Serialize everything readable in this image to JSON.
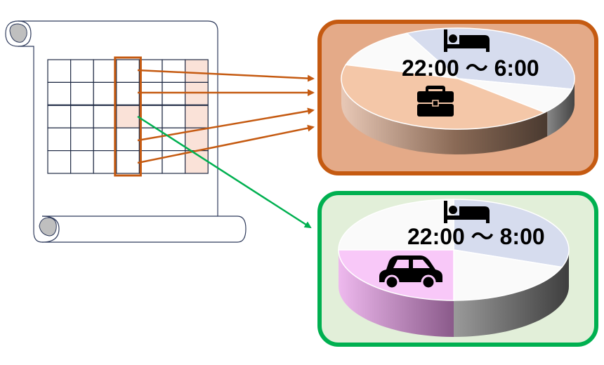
{
  "panels": [
    {
      "id": "weekday",
      "sleep_time_label": "22:00 〜 6:00",
      "icons": [
        "bed-icon",
        "briefcase-icon"
      ],
      "border_color": "#c55a11",
      "fill_color": "#e4aa88",
      "pie_slice_colors": [
        "#d6dcee",
        "#fafafa",
        "#f4c7a8",
        "#fafafa"
      ]
    },
    {
      "id": "holiday",
      "sleep_time_label": "22:00 〜 8:00",
      "icons": [
        "bed-icon",
        "car-icon"
      ],
      "border_color": "#00b050",
      "fill_color": "#e2efd9",
      "pie_slice_colors": [
        "#d6dcee",
        "#fafafa",
        "#f8c8f8",
        "#fafafa"
      ]
    }
  ],
  "schedule_grid": {
    "rows": 5,
    "columns": 7,
    "highlight_color": "#fae2d8",
    "selected_column_border": "#c55a11"
  },
  "arrow_colors": {
    "weekday": "#c55a11",
    "holiday": "#00b050"
  }
}
